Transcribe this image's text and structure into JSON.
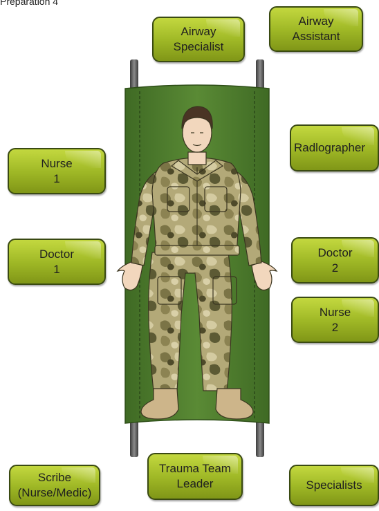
{
  "caption": "Preparation 4",
  "roles": {
    "airway_specialist": "Airway\nSpecialist",
    "airway_assistant": "Airway\nAssistant",
    "radiographer": "Radlographer",
    "nurse_1": "Nurse\n1",
    "doctor_1": "Doctor\n1",
    "doctor_2": "Doctor\n2",
    "nurse_2": "Nurse\n2",
    "scribe": "Scribe\n(Nurse/Medic)",
    "trauma_team_leader": "Trauma Team\nLeader",
    "specialists": "Specialists"
  },
  "colors": {
    "box_fill": "#a3bd2a",
    "box_border": "#3a4a12",
    "stretcher": "#4e7a2c",
    "pole": "#555555",
    "camo_base": "#a8a06e"
  }
}
